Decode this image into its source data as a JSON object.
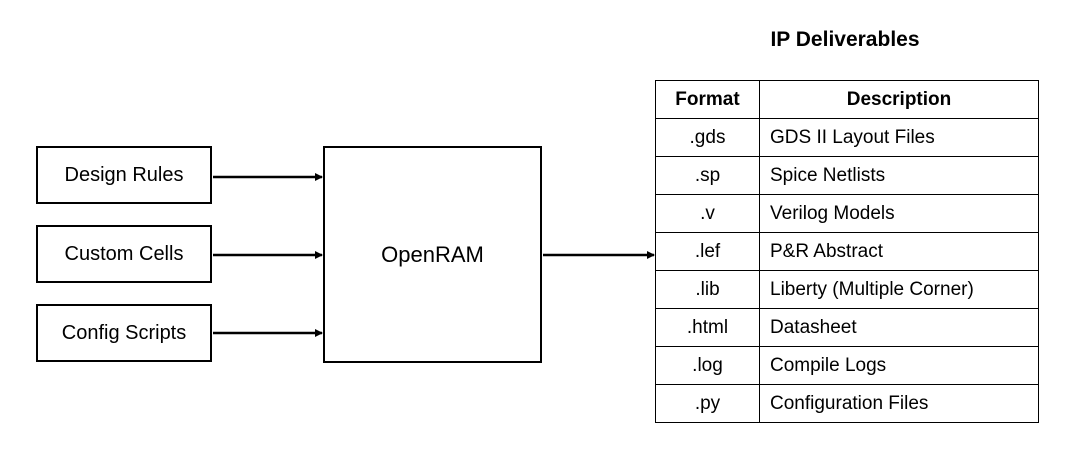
{
  "inputs": [
    {
      "label": "Design Rules"
    },
    {
      "label": "Custom Cells"
    },
    {
      "label": "Config Scripts"
    }
  ],
  "core": {
    "label": "OpenRAM"
  },
  "deliverables": {
    "title": "IP Deliverables",
    "headers": {
      "format": "Format",
      "description": "Description"
    },
    "rows": [
      {
        "format": ".gds",
        "description": "GDS II Layout Files"
      },
      {
        "format": ".sp",
        "description": "Spice Netlists"
      },
      {
        "format": ".v",
        "description": "Verilog Models"
      },
      {
        "format": ".lef",
        "description": "P&R Abstract"
      },
      {
        "format": ".lib",
        "description": "Liberty (Multiple Corner)"
      },
      {
        "format": ".html",
        "description": "Datasheet"
      },
      {
        "format": ".log",
        "description": "Compile Logs"
      },
      {
        "format": ".py",
        "description": "Configuration Files"
      }
    ]
  }
}
